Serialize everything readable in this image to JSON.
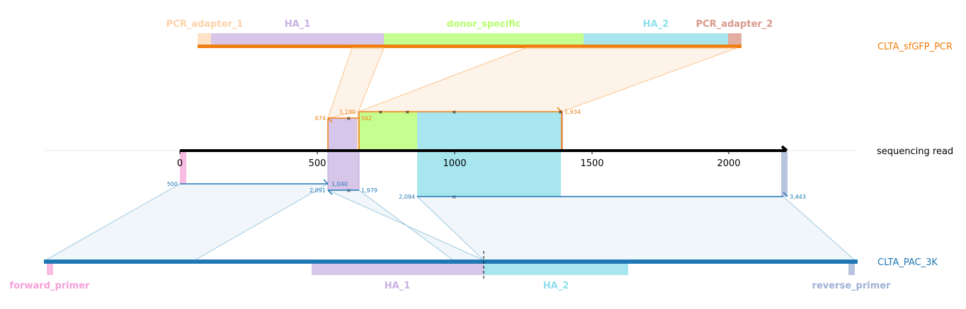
{
  "references": {
    "top": {
      "name": "CLTA_sfGFP_PCR",
      "color": "#f07f12"
    },
    "read": {
      "name": "sequencing read",
      "color": "#000000"
    },
    "bottom": {
      "name": "CLTA_PAC_3K",
      "color": "#1f77b4"
    }
  },
  "top_features": [
    {
      "name": "PCR_adapter_1",
      "color": "#fdd9b6"
    },
    {
      "name": "HA_1",
      "color": "#c9b1e4"
    },
    {
      "name": "donor_specific",
      "color": "#b7ff6e"
    },
    {
      "name": "HA_2",
      "color": "#8ee0ec"
    },
    {
      "name": "PCR_adapter_2",
      "color": "#d8998a"
    }
  ],
  "bottom_features": [
    {
      "name": "forward_primer",
      "color": "#f69fd8"
    },
    {
      "name": "HA_1",
      "color": "#c9b1e4"
    },
    {
      "name": "HA_2",
      "color": "#8ee0ec"
    },
    {
      "name": "reverse_primer",
      "color": "#9fb1d5"
    }
  ],
  "read_axis": {
    "ticks": [
      "0",
      "500",
      "1000",
      "1500",
      "2000"
    ]
  },
  "alignment_labels": {
    "top": [
      "674",
      "1,190",
      "562",
      "1,934"
    ],
    "bottom": [
      "500",
      "1,040",
      "2,091",
      "1,979",
      "2,094",
      "3,443"
    ]
  }
}
